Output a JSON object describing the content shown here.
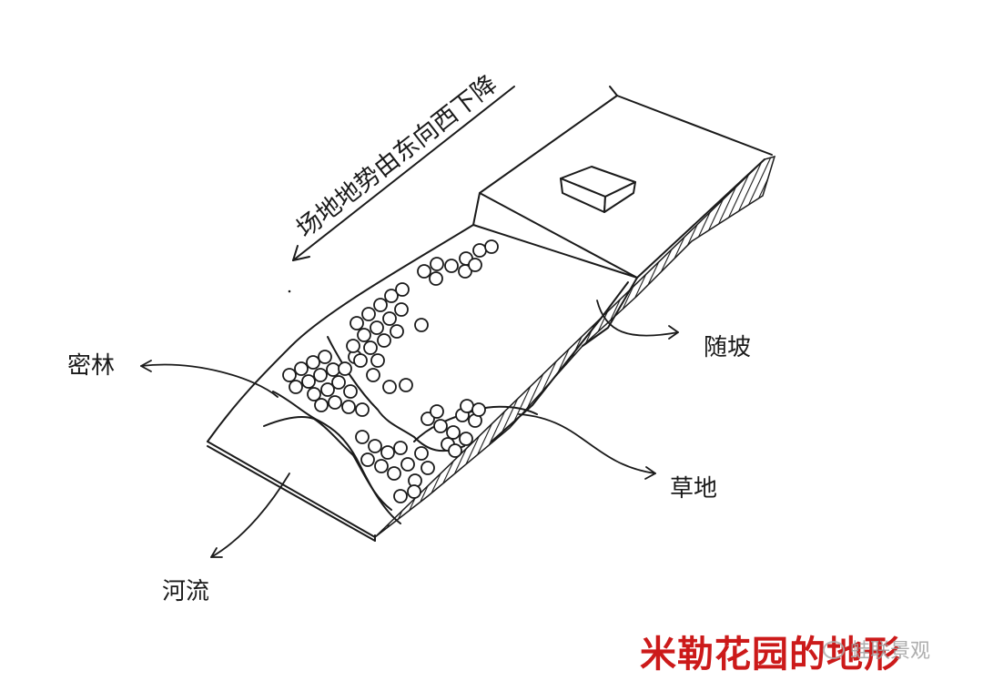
{
  "diagram": {
    "slope_direction_label": "场地地势由东向西下降",
    "labels": {
      "dense_forest": "密林",
      "river": "河流",
      "meadow": "草地",
      "slope": "随坡"
    }
  },
  "caption": "米勒花园的地形",
  "watermark": "蛙联景观",
  "colors": {
    "ink": "#1a1a1a",
    "caption": "#cc1a1a"
  }
}
